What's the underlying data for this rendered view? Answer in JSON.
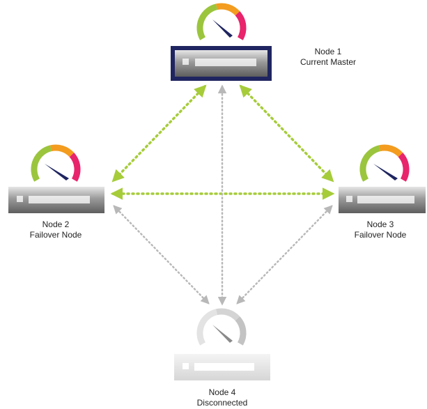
{
  "nodes": [
    {
      "id": "node1",
      "name": "Node 1",
      "role": "Current Master",
      "state": "master"
    },
    {
      "id": "node2",
      "name": "Node 2",
      "role": "Failover Node",
      "state": "active"
    },
    {
      "id": "node3",
      "name": "Node 3",
      "role": "Failover Node",
      "state": "active"
    },
    {
      "id": "node4",
      "name": "Node 4",
      "role": "Disconnected",
      "state": "disconnected"
    }
  ],
  "links": [
    {
      "from": "node1",
      "to": "node2",
      "status": "active"
    },
    {
      "from": "node1",
      "to": "node3",
      "status": "active"
    },
    {
      "from": "node2",
      "to": "node3",
      "status": "active"
    },
    {
      "from": "node1",
      "to": "node4",
      "status": "inactive"
    },
    {
      "from": "node2",
      "to": "node4",
      "status": "inactive"
    },
    {
      "from": "node3",
      "to": "node4",
      "status": "inactive"
    }
  ],
  "colors": {
    "active_link": "#a6cc3a",
    "inactive_link": "#b8b8b8",
    "master_frame": "#1f2560",
    "gauge_green": "#9bc53d",
    "gauge_orange": "#f39c1f",
    "gauge_pink": "#e8246c",
    "gauge_needle": "#1f2560",
    "gauge_disconnected": "#c8c8c8"
  },
  "icons": {
    "gauge": "speedometer-gauge-icon",
    "server": "server-box-icon"
  }
}
